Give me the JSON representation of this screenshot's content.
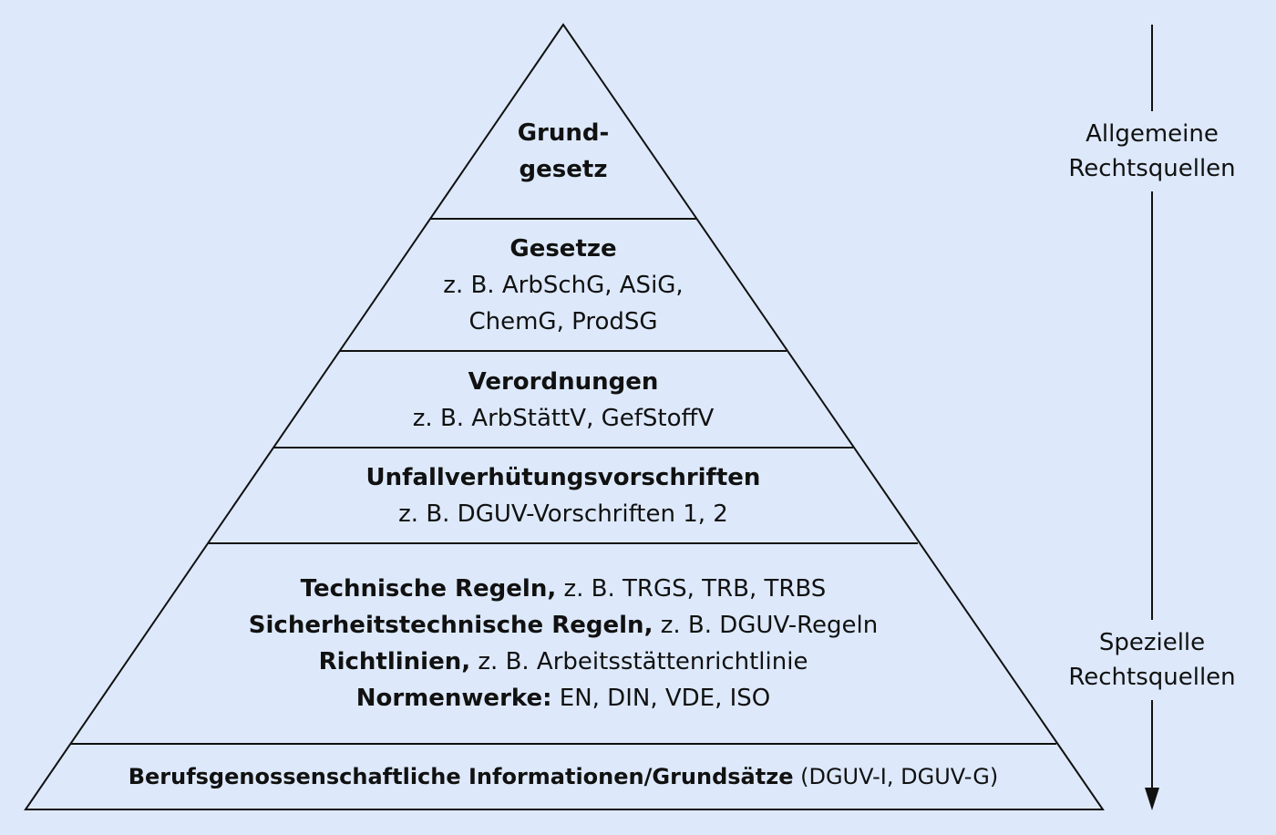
{
  "pyramid": {
    "level1": {
      "title": "Grund-",
      "title2": "gesetz"
    },
    "level2": {
      "title": "Gesetze",
      "line1": "z. B. ArbSchG, ASiG,",
      "line2": "ChemG, ProdSG"
    },
    "level3": {
      "title": "Verordnungen",
      "line1": "z. B. ArbStättV, GefStoffV"
    },
    "level4": {
      "title": "Unfallverhütungsvorschriften",
      "line1": "z. B. DGUV-Vorschriften 1, 2"
    },
    "level5": {
      "rows": [
        {
          "bold": "Technische Regeln,",
          "normal": " z. B. TRGS, TRB, TRBS"
        },
        {
          "bold": "Sicherheitstechnische Regeln,",
          "normal": " z. B. DGUV-Regeln"
        },
        {
          "bold": "Richtlinien,",
          "normal": " z. B. Arbeitsstättenrichtlinie"
        },
        {
          "bold": "Normenwerke:",
          "normal": " EN, DIN, VDE, ISO"
        }
      ]
    },
    "level6": {
      "bold": "Berufsgenossenschaftliche Informationen/Grundsätze",
      "normal": " (DGUV-I, DGUV-G)"
    }
  },
  "scale": {
    "top_label_line1": "Allgemeine",
    "top_label_line2": "Rechtsquellen",
    "bottom_label_line1": "Spezielle",
    "bottom_label_line2": "Rechtsquellen"
  },
  "colors": {
    "background": "#dde9fb",
    "lines": "#111111"
  }
}
